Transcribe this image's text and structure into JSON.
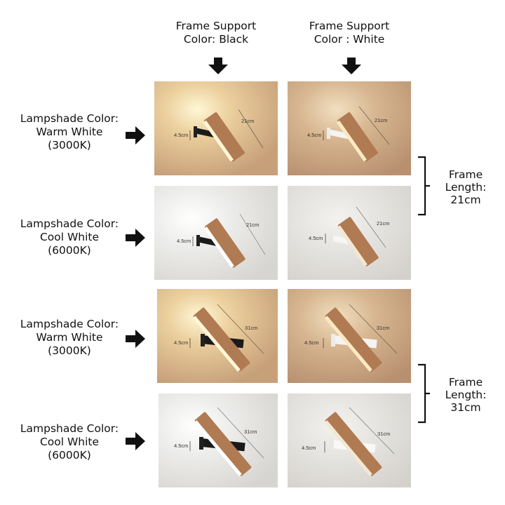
{
  "columns": [
    {
      "label": "Frame Support\nColor: Black",
      "frame_color": "#1a1a1a"
    },
    {
      "label": "Frame Support\nColor : White",
      "frame_color": "#f2f2f2"
    }
  ],
  "rows": [
    {
      "label": "Lampshade Color:\nWarm White\n(3000K)",
      "light": "warm"
    },
    {
      "label": "Lampshade Color:\nCool White\n(6000K)",
      "light": "cool"
    },
    {
      "label": "Lampshade Color:\nWarm White\n(3000K)",
      "light": "warm"
    },
    {
      "label": "Lampshade Color:\nCool White\n(6000K)",
      "light": "cool"
    }
  ],
  "frame_groups": [
    {
      "label": "Frame\nLength:\n21cm"
    },
    {
      "label": "Frame\nLength:\n31cm"
    }
  ],
  "dimensions": {
    "depth": "4.5cm",
    "length_short": "21cm",
    "length_long": "31cm"
  },
  "colors": {
    "warm_wall": "#c9a27a",
    "cool_wall": "#e4e2df",
    "wood": "#b07a52",
    "glow_warm": "#fff3c8",
    "glow_cool": "#ffffff",
    "arrow": "#111111"
  }
}
